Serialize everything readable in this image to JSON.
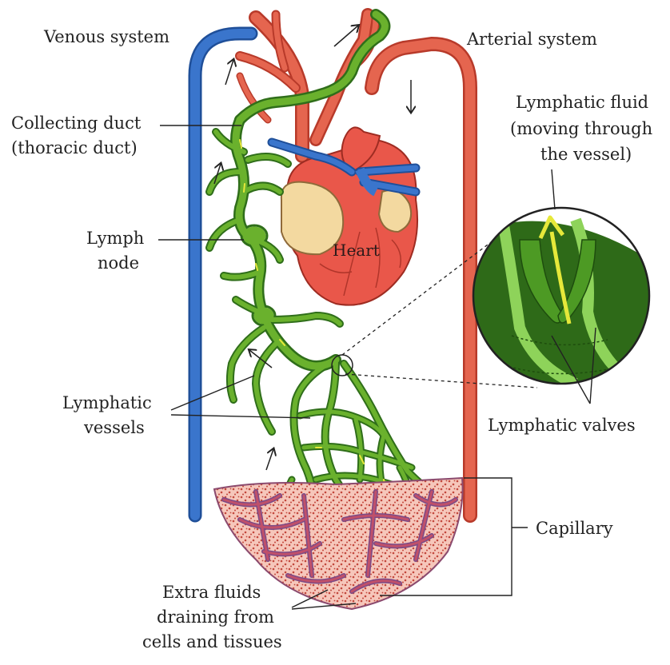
{
  "labels": {
    "venous_system": "Venous system",
    "arterial_system": "Arterial system",
    "collecting_duct_line1": "Collecting duct",
    "collecting_duct_line2": "(thoracic duct)",
    "lymph_node_line1": "Lymph",
    "lymph_node_line2": "node",
    "lymphatic_vessels_line1": "Lymphatic",
    "lymphatic_vessels_line2": "vessels",
    "heart": "Heart",
    "lymphatic_fluid_line1": "Lymphatic fluid",
    "lymphatic_fluid_line2": "(moving through",
    "lymphatic_fluid_line3": "the vessel)",
    "lymphatic_valves": "Lymphatic valves",
    "capillary": "Capillary",
    "extra_fluids_line1": "Extra fluids",
    "extra_fluids_line2": "draining from",
    "extra_fluids_line3": "cells and tissues"
  },
  "colors": {
    "vein": "#2f66b8",
    "artery": "#e2604a",
    "lymph": "#6ab12d",
    "lymph_dark": "#2f6e1a",
    "lymph_fluid": "#e6e83a",
    "heart": "#e9574a",
    "atrium": "#f3d9a0",
    "leader_line": "#222222"
  }
}
